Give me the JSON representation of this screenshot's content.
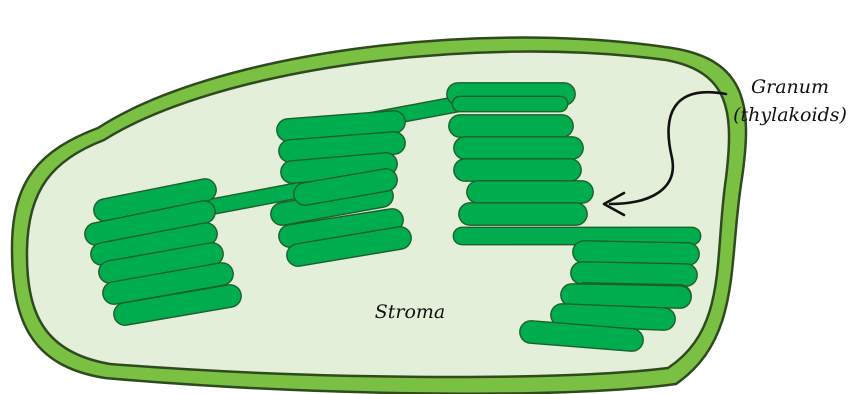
{
  "labels": {
    "granum_line1": "Granum",
    "granum_line2": "(thylakoids)",
    "stroma": "Stroma"
  },
  "colors": {
    "outer_membrane": "#7ac143",
    "membrane_outline": "#2f4a1e",
    "stroma_fill": "#e3efd9",
    "thylakoid_fill": "#00ad4e",
    "thylakoid_outline": "#1f5f2b",
    "arrow": "#111111"
  }
}
